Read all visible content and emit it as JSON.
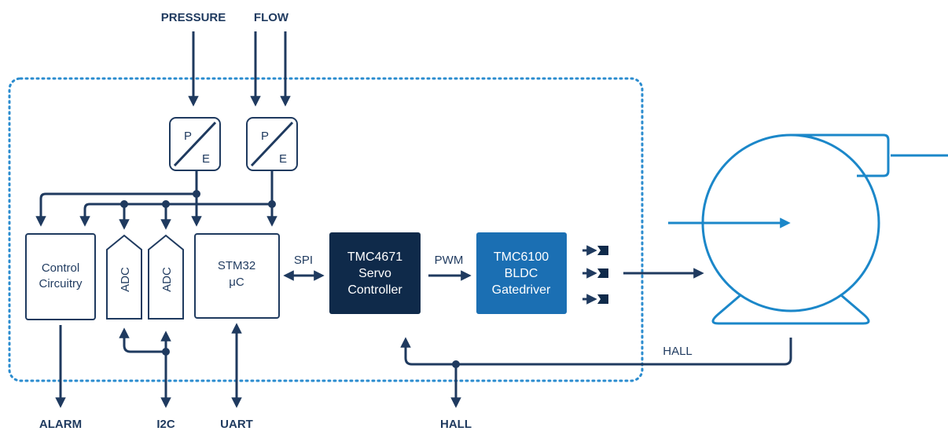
{
  "inputs": {
    "pressure": "PRESSURE",
    "flow": "FLOW"
  },
  "transducers": [
    {
      "top": "P",
      "bottom": "E"
    },
    {
      "top": "P",
      "bottom": "E"
    }
  ],
  "blocks": {
    "control_line1": "Control",
    "control_line2": "Circuitry",
    "adc1": "ADC",
    "adc2": "ADC",
    "stm32_line1": "STM32",
    "stm32_line2": "μC",
    "tmc4671_line1": "TMC4671",
    "tmc4671_line2": "Servo",
    "tmc4671_line3": "Controller",
    "tmc6100_line1": "TMC6100",
    "tmc6100_line2": "BLDC",
    "tmc6100_line3": "Gatedriver"
  },
  "links": {
    "spi": "SPI",
    "pwm": "PWM",
    "hall_right": "HALL"
  },
  "outputs": {
    "alarm": "ALARM",
    "i2c": "I2C",
    "uart": "UART",
    "hall_bottom": "HALL"
  },
  "colors": {
    "dark_navy": "#1f3a5f",
    "block_dark": "#0f2a4a",
    "block_blue": "#1b6fb3",
    "pump_blue": "#1b87c9",
    "boundary_dotted": "#2b8ccf"
  },
  "icons": [
    "arrow-right-icon",
    "transducer-icon",
    "pump-icon"
  ]
}
